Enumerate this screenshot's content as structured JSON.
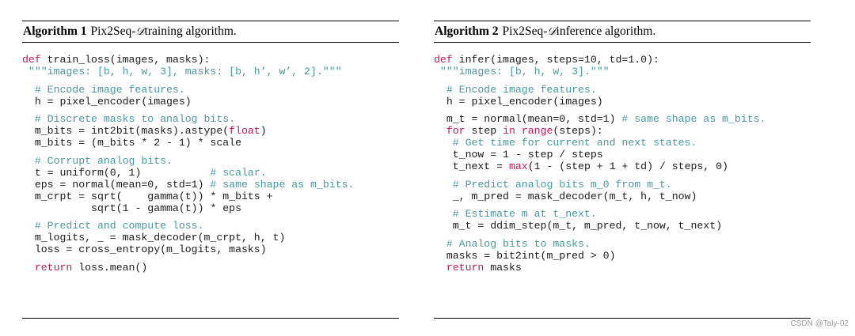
{
  "algo1": {
    "number": "Algorithm 1",
    "title_pre": "Pix2Seq-",
    "title_sym": "𝒟",
    "title_post": " training algorithm.",
    "lines": [
      [
        [
          "kw",
          "def"
        ],
        [
          "t",
          " train_loss(images, masks):"
        ]
      ],
      [
        [
          "str",
          " \"\"\"images: [b, h, w, 3], masks: [b, h’, w’, 2].\"\"\""
        ]
      ],
      [],
      [
        [
          "cm",
          "  # Encode image features."
        ]
      ],
      [
        [
          "t",
          "  h = pixel_encoder(images)"
        ]
      ],
      [],
      [
        [
          "cm",
          "  # Discrete masks to analog bits."
        ]
      ],
      [
        [
          "t",
          "  m_bits = int2bit(masks).astype("
        ],
        [
          "fn",
          "float"
        ],
        [
          "t",
          ")"
        ]
      ],
      [
        [
          "t",
          "  m_bits = (m_bits * 2 - 1) * scale"
        ]
      ],
      [],
      [
        [
          "cm",
          "  # Corrupt analog bits."
        ]
      ],
      [
        [
          "t",
          "  t = uniform(0, 1)           "
        ],
        [
          "cm",
          "# scalar."
        ]
      ],
      [
        [
          "t",
          "  eps = normal(mean=0, std=1) "
        ],
        [
          "cm",
          "# same shape as m_bits."
        ]
      ],
      [
        [
          "t",
          "  m_crpt = sqrt(    gamma(t)) * m_bits +"
        ]
      ],
      [
        [
          "t",
          "           sqrt(1 - gamma(t)) * eps"
        ]
      ],
      [],
      [
        [
          "cm",
          "  # Predict and compute loss."
        ]
      ],
      [
        [
          "t",
          "  m_logits, _ = mask_decoder(m_crpt, h, t)"
        ]
      ],
      [
        [
          "t",
          "  loss = cross_entropy(m_logits, masks)"
        ]
      ],
      [],
      [
        [
          "kw",
          "  return"
        ],
        [
          "t",
          " loss.mean()"
        ]
      ]
    ]
  },
  "algo2": {
    "number": "Algorithm 2",
    "title_pre": "Pix2Seq-",
    "title_sym": "𝒟",
    "title_post": " inference algorithm.",
    "lines": [
      [
        [
          "kw",
          "def"
        ],
        [
          "t",
          " infer(images, steps=10, td=1.0):"
        ]
      ],
      [
        [
          "str",
          " \"\"\"images: [b, h, w, 3].\"\"\""
        ]
      ],
      [],
      [
        [
          "cm",
          "  # Encode image features."
        ]
      ],
      [
        [
          "t",
          "  h = pixel_encoder(images)"
        ]
      ],
      [],
      [
        [
          "t",
          "  m_t = normal(mean=0, std=1) "
        ],
        [
          "cm",
          "# same shape as m_bits."
        ]
      ],
      [
        [
          "kw",
          "  for"
        ],
        [
          "t",
          " step "
        ],
        [
          "kw",
          "in"
        ],
        [
          "t",
          " "
        ],
        [
          "fn",
          "range"
        ],
        [
          "t",
          "(steps):"
        ]
      ],
      [
        [
          "cm",
          "   # Get time for current and next states."
        ]
      ],
      [
        [
          "t",
          "   t_now = 1 - step / steps"
        ]
      ],
      [
        [
          "t",
          "   t_next = "
        ],
        [
          "fn",
          "max"
        ],
        [
          "t",
          "(1 - (step + 1 + td) / steps, 0)"
        ]
      ],
      [],
      [
        [
          "cm",
          "   # Predict analog bits m_0 from m_t."
        ]
      ],
      [
        [
          "t",
          "   _, m_pred = mask_decoder(m_t, h, t_now)"
        ]
      ],
      [],
      [
        [
          "cm",
          "   # Estimate m at t_next."
        ]
      ],
      [
        [
          "t",
          "   m_t = ddim_step(m_t, m_pred, t_now, t_next)"
        ]
      ],
      [],
      [
        [
          "cm",
          "  # Analog bits to masks."
        ]
      ],
      [
        [
          "t",
          "  masks = bit2int(m_pred > 0)"
        ]
      ],
      [
        [
          "kw",
          "  return"
        ],
        [
          "t",
          " masks"
        ]
      ]
    ]
  },
  "watermark": "CSDN @Taly-02"
}
